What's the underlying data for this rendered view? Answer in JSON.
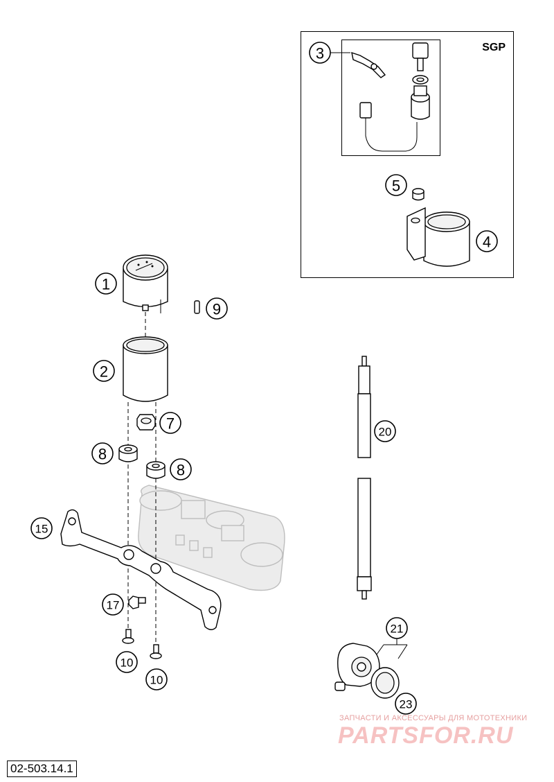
{
  "sgp_box": {
    "label": "SGP"
  },
  "drawing_number": "02-503.14.1",
  "watermark": {
    "line1": "ЗАПЧАСТИ И АКСЕССУАРЫ ДЛЯ МОТОТЕХНИКИ",
    "line2": "PARTSFOR.RU"
  },
  "callouts": {
    "c1": "1",
    "c2": "2",
    "c3": "3",
    "c4": "4",
    "c5": "5",
    "c7": "7",
    "c8a": "8",
    "c8b": "8",
    "c9": "9",
    "c10a": "10",
    "c10b": "10",
    "c15": "15",
    "c17": "17",
    "c20": "20",
    "c21": "21",
    "c23": "23"
  },
  "colors": {
    "watermark": "#f6c2c2",
    "line": "#000000",
    "ghost_part": "#bdbdbd"
  }
}
